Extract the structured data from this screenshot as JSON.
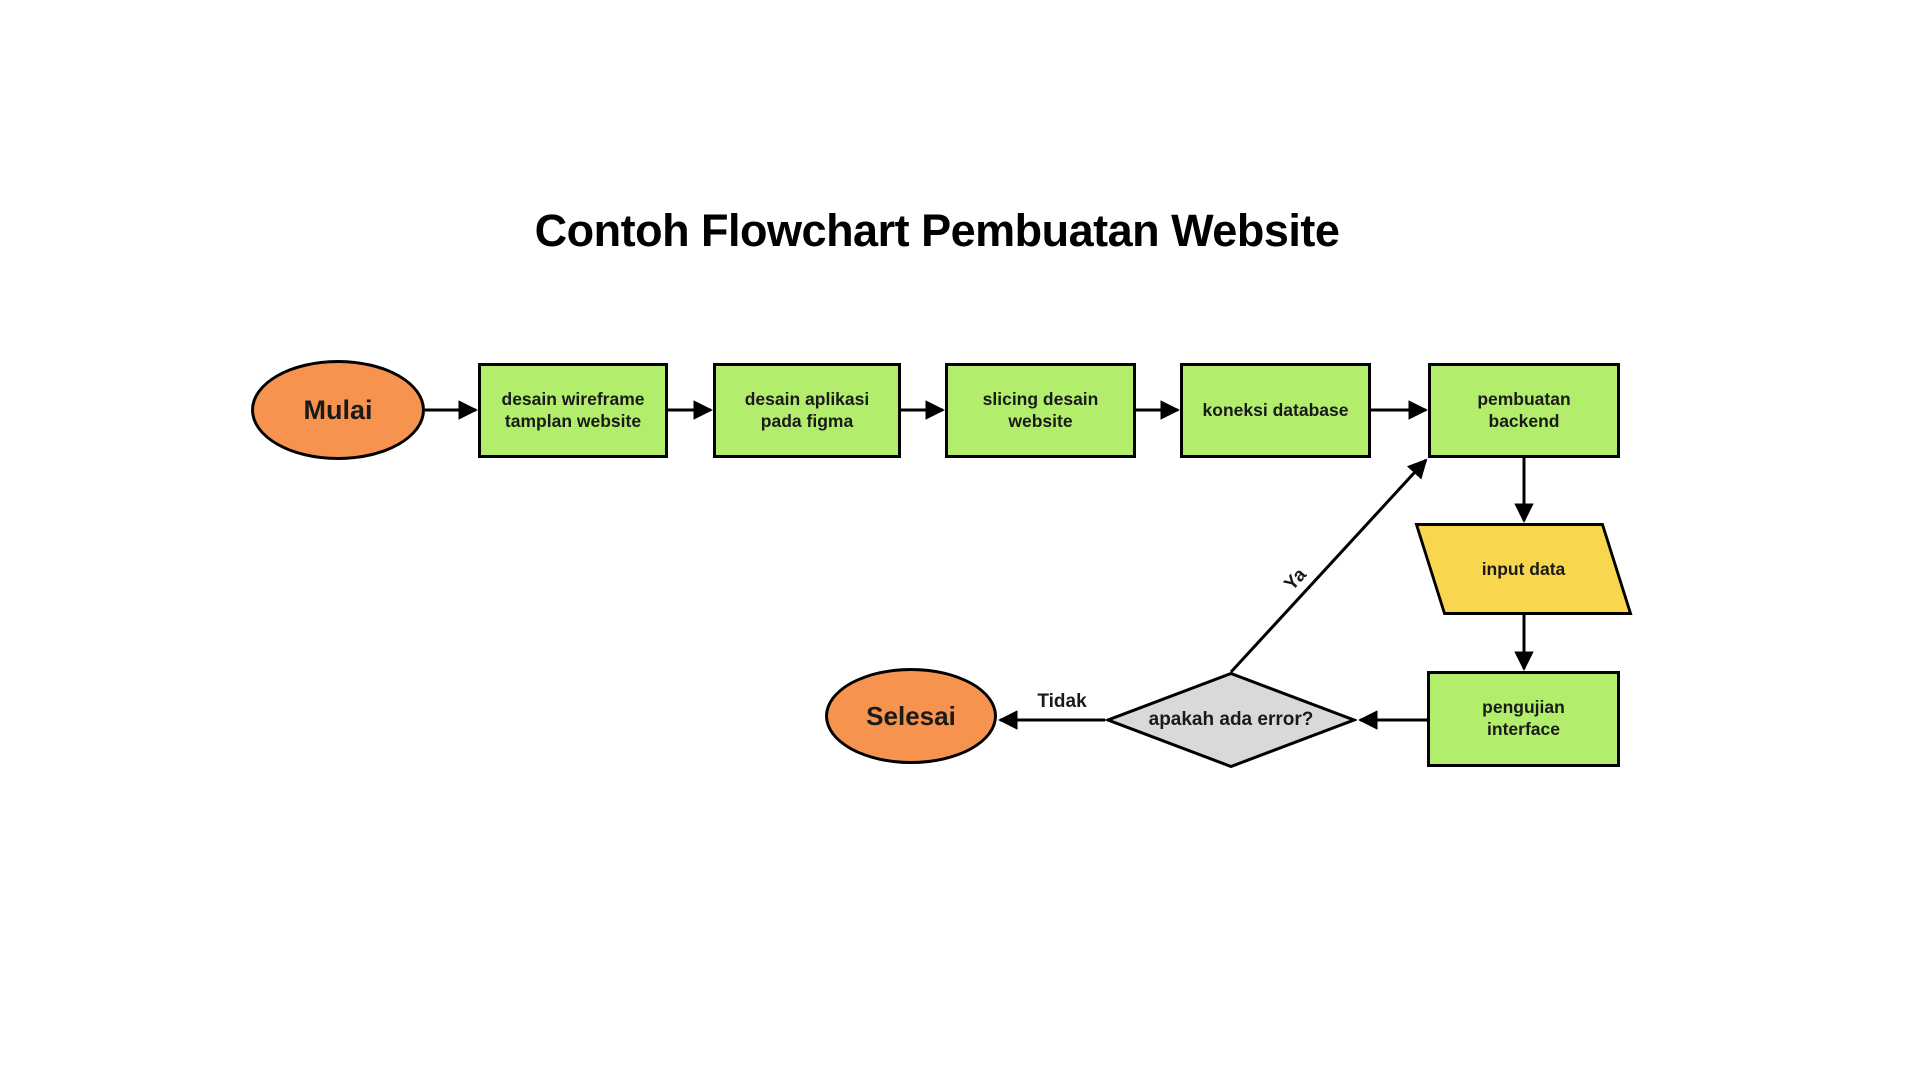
{
  "title": "Contoh Flowchart Pembuatan Website",
  "nodes": {
    "start": {
      "label": "Mulai",
      "type": "terminator"
    },
    "wireframe": {
      "label": "desain wireframe tamplan website",
      "type": "process"
    },
    "figma": {
      "label": "desain aplikasi pada figma",
      "type": "process"
    },
    "slicing": {
      "label": "slicing desain website",
      "type": "process"
    },
    "database": {
      "label": "koneksi database",
      "type": "process"
    },
    "backend": {
      "label": "pembuatan backend",
      "type": "process"
    },
    "input_data": {
      "label": "input data",
      "type": "io"
    },
    "testing": {
      "label": "pengujian interface",
      "type": "process"
    },
    "decision": {
      "label": "apakah ada error?",
      "type": "decision"
    },
    "end": {
      "label": "Selesai",
      "type": "terminator"
    }
  },
  "edge_labels": {
    "yes": "Ya",
    "no": "Tidak"
  },
  "colors": {
    "process": "#b2ee6c",
    "terminator": "#f6934f",
    "io": "#f8d64e",
    "decision": "#d9d9d9",
    "stroke": "#000000",
    "text": "#1a1a1a"
  }
}
